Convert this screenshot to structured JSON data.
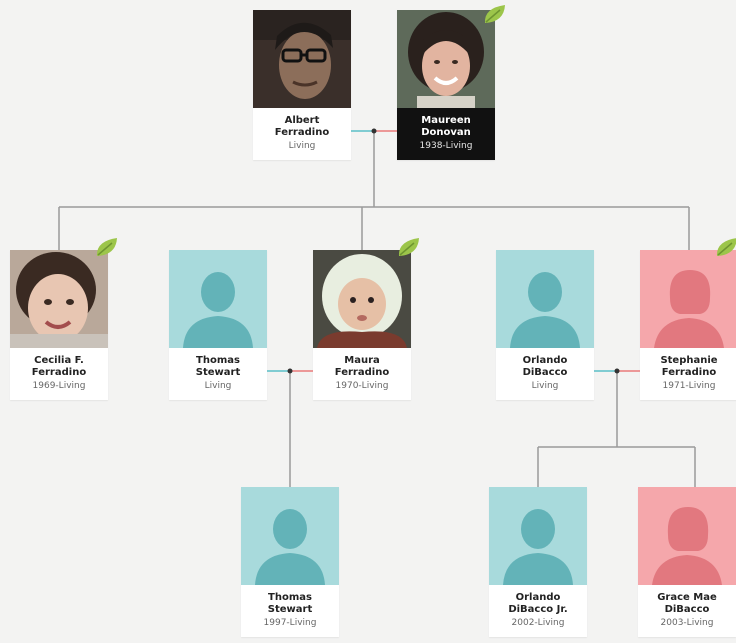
{
  "tree": {
    "people": [
      {
        "id": "albert",
        "name_line1": "Albert",
        "name_line2": "Ferradino",
        "dates": "Living",
        "gender": "male",
        "photo": "photo-man-glasses",
        "hint": false,
        "selected": false
      },
      {
        "id": "maureen",
        "name_line1": "Maureen",
        "name_line2": "Donovan",
        "dates": "1938-Living",
        "gender": "female",
        "photo": "photo-woman-smiling",
        "hint": true,
        "selected": true
      },
      {
        "id": "cecilia",
        "name_line1": "Cecilia F.",
        "name_line2": "Ferradino",
        "dates": "1969-Living",
        "gender": "female",
        "photo": "photo-toddler",
        "hint": true,
        "selected": false
      },
      {
        "id": "thomas_sr",
        "name_line1": "Thomas",
        "name_line2": "Stewart",
        "dates": "Living",
        "gender": "male",
        "photo": "silhouette-icon",
        "hint": false,
        "selected": false
      },
      {
        "id": "maura",
        "name_line1": "Maura",
        "name_line2": "Ferradino",
        "dates": "1970-Living",
        "gender": "female",
        "photo": "photo-baby-in-hood",
        "hint": true,
        "selected": false
      },
      {
        "id": "orlando_sr",
        "name_line1": "Orlando",
        "name_line2": "DiBacco",
        "dates": "Living",
        "gender": "male",
        "photo": "silhouette-icon",
        "hint": false,
        "selected": false
      },
      {
        "id": "stephanie",
        "name_line1": "Stephanie",
        "name_line2": "Ferradino",
        "dates": "1971-Living",
        "gender": "female",
        "photo": "silhouette-icon",
        "hint": true,
        "selected": false
      },
      {
        "id": "thomas_jr",
        "name_line1": "Thomas",
        "name_line2": "Stewart",
        "dates": "1997-Living",
        "gender": "male",
        "photo": "silhouette-icon",
        "hint": false,
        "selected": false
      },
      {
        "id": "orlando_jr",
        "name_line1": "Orlando",
        "name_line2": "DiBacco Jr.",
        "dates": "2002-Living",
        "gender": "male",
        "photo": "silhouette-icon",
        "hint": false,
        "selected": false
      },
      {
        "id": "grace",
        "name_line1": "Grace Mae",
        "name_line2": "DiBacco",
        "dates": "2003-Living",
        "gender": "female",
        "photo": "silhouette-icon",
        "hint": false,
        "selected": false
      }
    ]
  },
  "colors": {
    "male_bg": "#a8dadc",
    "male_silhouette": "#63b3b8",
    "female_bg": "#f5a7ab",
    "female_silhouette": "#e2787f",
    "connector": "#9a9a9a",
    "male_link": "#5bc0c7",
    "female_link": "#e97b7b",
    "hint_leaf": "#9cc54a",
    "selected_card": "#111111"
  }
}
